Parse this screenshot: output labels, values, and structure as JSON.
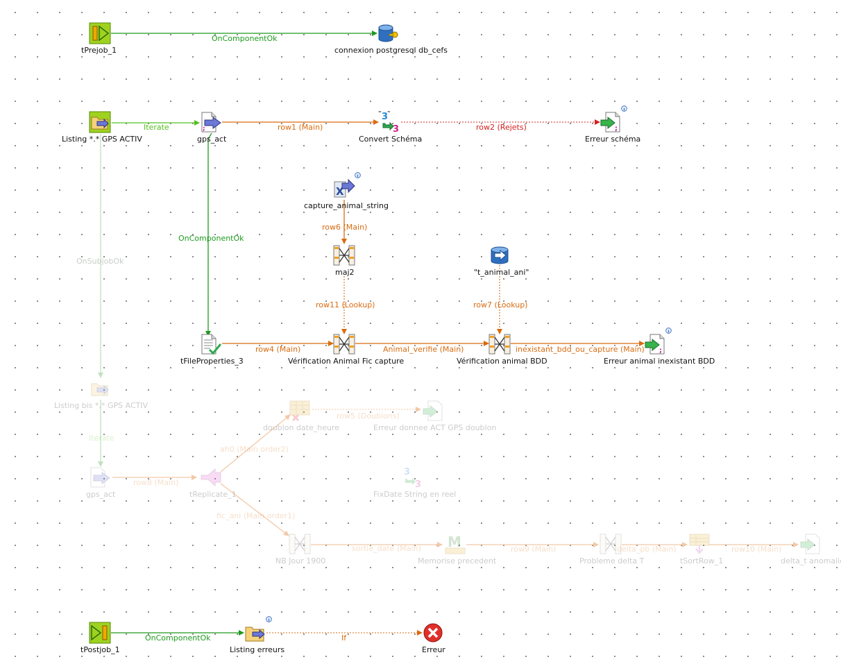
{
  "nodes": {
    "tprejob": "tPrejob_1",
    "connexion": "connexion postgresql db_cefs",
    "listing": "Listing *.* GPS ACTIV",
    "gps_act": "gps_act",
    "convert": "Convert Schéma",
    "erreur_schema": "Erreur schéma",
    "capture_animal": "capture_animal_string",
    "maj2": "maj2",
    "t_animal": "\"t_animal_ani\"",
    "tfileprops": "tFileProperties_3",
    "verif_fic": "Vérification Animal Fic capture",
    "verif_bdd": "Vérification animal BDD",
    "erreur_animal": "Erreur animal inexistant BDD",
    "listing_bis": "Listing bis *.* GPS ACTIV",
    "gps_act2": "gps_act",
    "doublon": "doublon date_heure",
    "erreur_doublon": "Erreur donnee ACT GPS doublon",
    "treplicate": "tReplicate_1",
    "fixdate": "FixDate String en reel",
    "nb_jour": "NB Jour 1900",
    "memorise": "Memorise precedent",
    "probleme": "Probleme delta T",
    "tsortrow": "tSortRow_1",
    "delta_anomalie": "delta_t anomalie",
    "tpostjob": "tPostjob_1",
    "listing_erreurs": "Listing erreurs",
    "erreur": "Erreur"
  },
  "links": {
    "oncomponentok_1": "OnComponentOk",
    "iterate_1": "Iterate",
    "row1": "row1 (Main)",
    "row2": "row2 (Rejets)",
    "row6": "row6 (Main)",
    "oncomponentok_2": "OnComponentOk",
    "onsubjobok": "OnSubjobOk",
    "row11": "row11 (Lookup)",
    "row7": "row7 (Lookup)",
    "row4": "row4 (Main)",
    "animal_verifie": "Animal_verifie (Main)",
    "inexistant": "inexistant_bdd_ou_capture (Main)",
    "iterate_2": "Iterate",
    "row5": "row5 (Doublons)",
    "ah0": "ah0 (Main order2)",
    "row8": "row8 (Main)",
    "fic_ani": "fic_ani (Main order1)",
    "sortie_date": "sortie_date (Main)",
    "row9": "row9 (Main)",
    "delta_pb": "delta_pb (Main)",
    "row10": "row10 (Main)",
    "oncomponentok_3": "OnComponentOk",
    "if": "If"
  },
  "icons": {
    "tprejob": "prejob-icon",
    "connexion": "db-connection-icon",
    "listing": "file-list-icon",
    "gps_act": "file-input-icon",
    "convert": "convert-type-icon",
    "erreur_schema": "file-output-icon",
    "capture_animal": "xml-extract-icon",
    "maj2": "tmap-icon",
    "t_animal": "db-input-icon",
    "tfileprops": "file-properties-icon",
    "verif_fic": "tmap-icon",
    "verif_bdd": "tmap-icon",
    "erreur_animal": "file-output-icon",
    "tpostjob": "postjob-icon",
    "listing_erreurs": "folder-list-icon",
    "erreur": "error-die-icon"
  },
  "colors": {
    "trigger_green": "#1e9a1e",
    "iterate_lime": "#55c020",
    "main_orange": "#d96b10",
    "reject_red": "#d42020"
  }
}
